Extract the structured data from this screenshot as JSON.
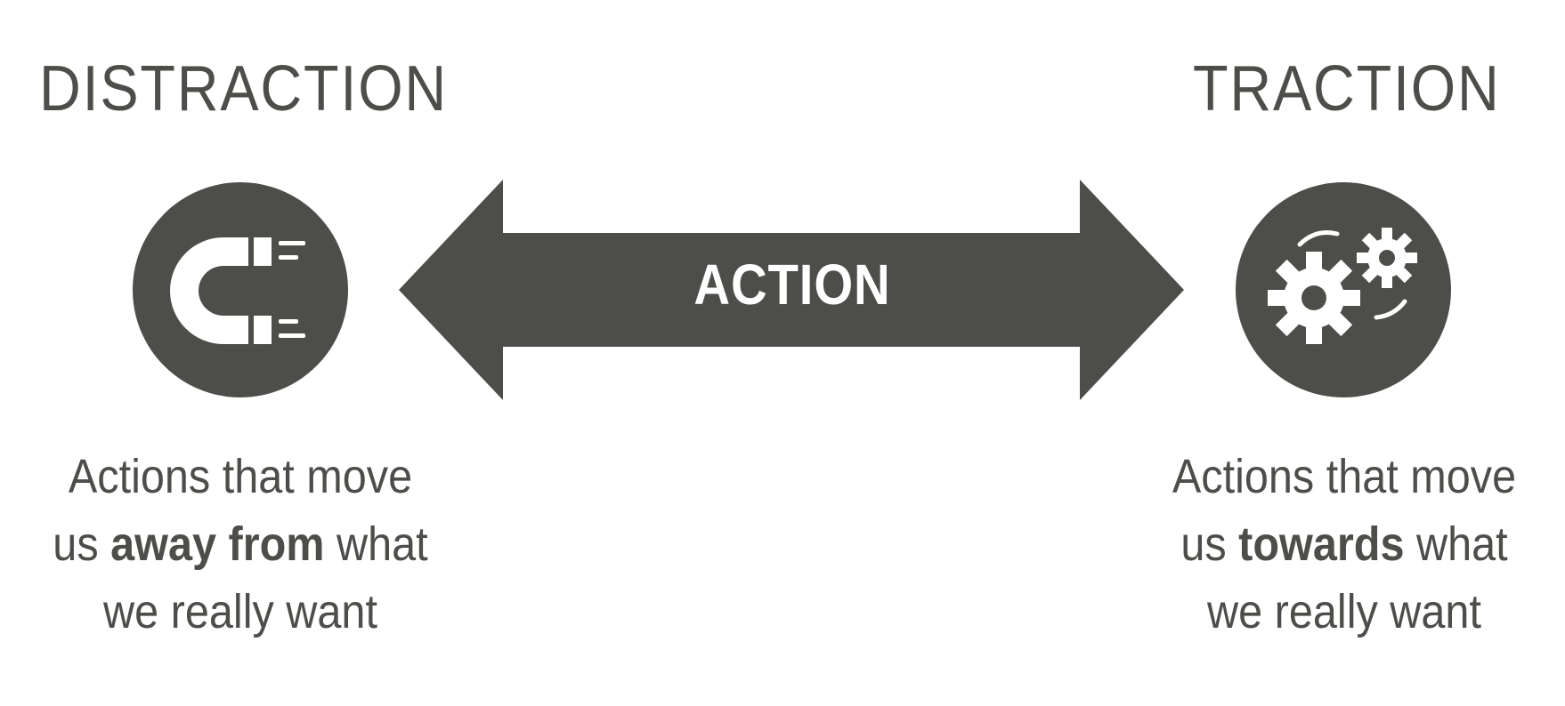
{
  "left": {
    "title": "DISTRACTION",
    "icon": "magnet-icon",
    "line1": "Actions that move",
    "line2_pre": "us ",
    "line2_bold": "away from",
    "line2_post": " what",
    "line3": "we really want"
  },
  "center": {
    "label": "ACTION",
    "icon": "double-headed-arrow"
  },
  "right": {
    "title": "TRACTION",
    "icon": "gears-icon",
    "line1": "Actions that move",
    "line2_pre": "us ",
    "line2_bold": "towards",
    "line2_post": " what",
    "line3": "we really want"
  },
  "colors": {
    "shape": "#4d4d4a",
    "text": "#4d4d4a",
    "inverse_text": "#ffffff",
    "background": "#ffffff"
  }
}
